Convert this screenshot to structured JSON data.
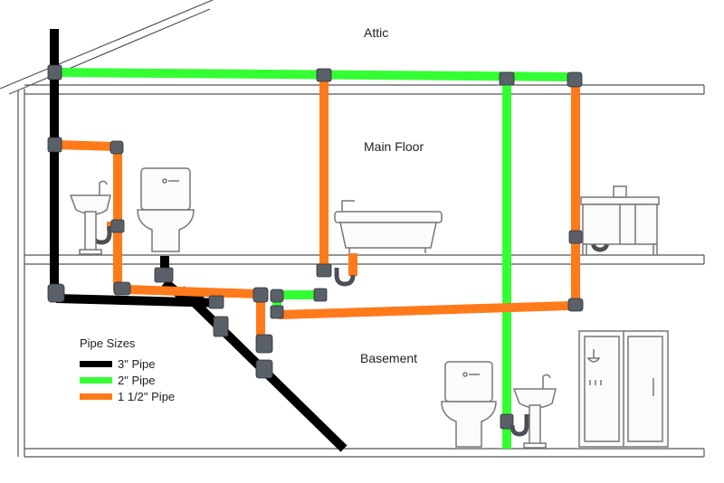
{
  "floors": {
    "attic": "Attic",
    "main_floor": "Main Floor",
    "basement": "Basement"
  },
  "legend": {
    "title": "Pipe Sizes",
    "items": [
      {
        "label": "3\" Pipe",
        "color": "#000000"
      },
      {
        "label": "2\" Pipe",
        "color": "#33ff33"
      },
      {
        "label": "1 1/2\" Pipe",
        "color": "#ff7a1a"
      }
    ]
  },
  "colors": {
    "pipe_3in": "#000000",
    "pipe_2in": "#33ff33",
    "pipe_1_5in": "#ff7a1a",
    "fitting": "#5a6068",
    "structure": "#555555"
  }
}
